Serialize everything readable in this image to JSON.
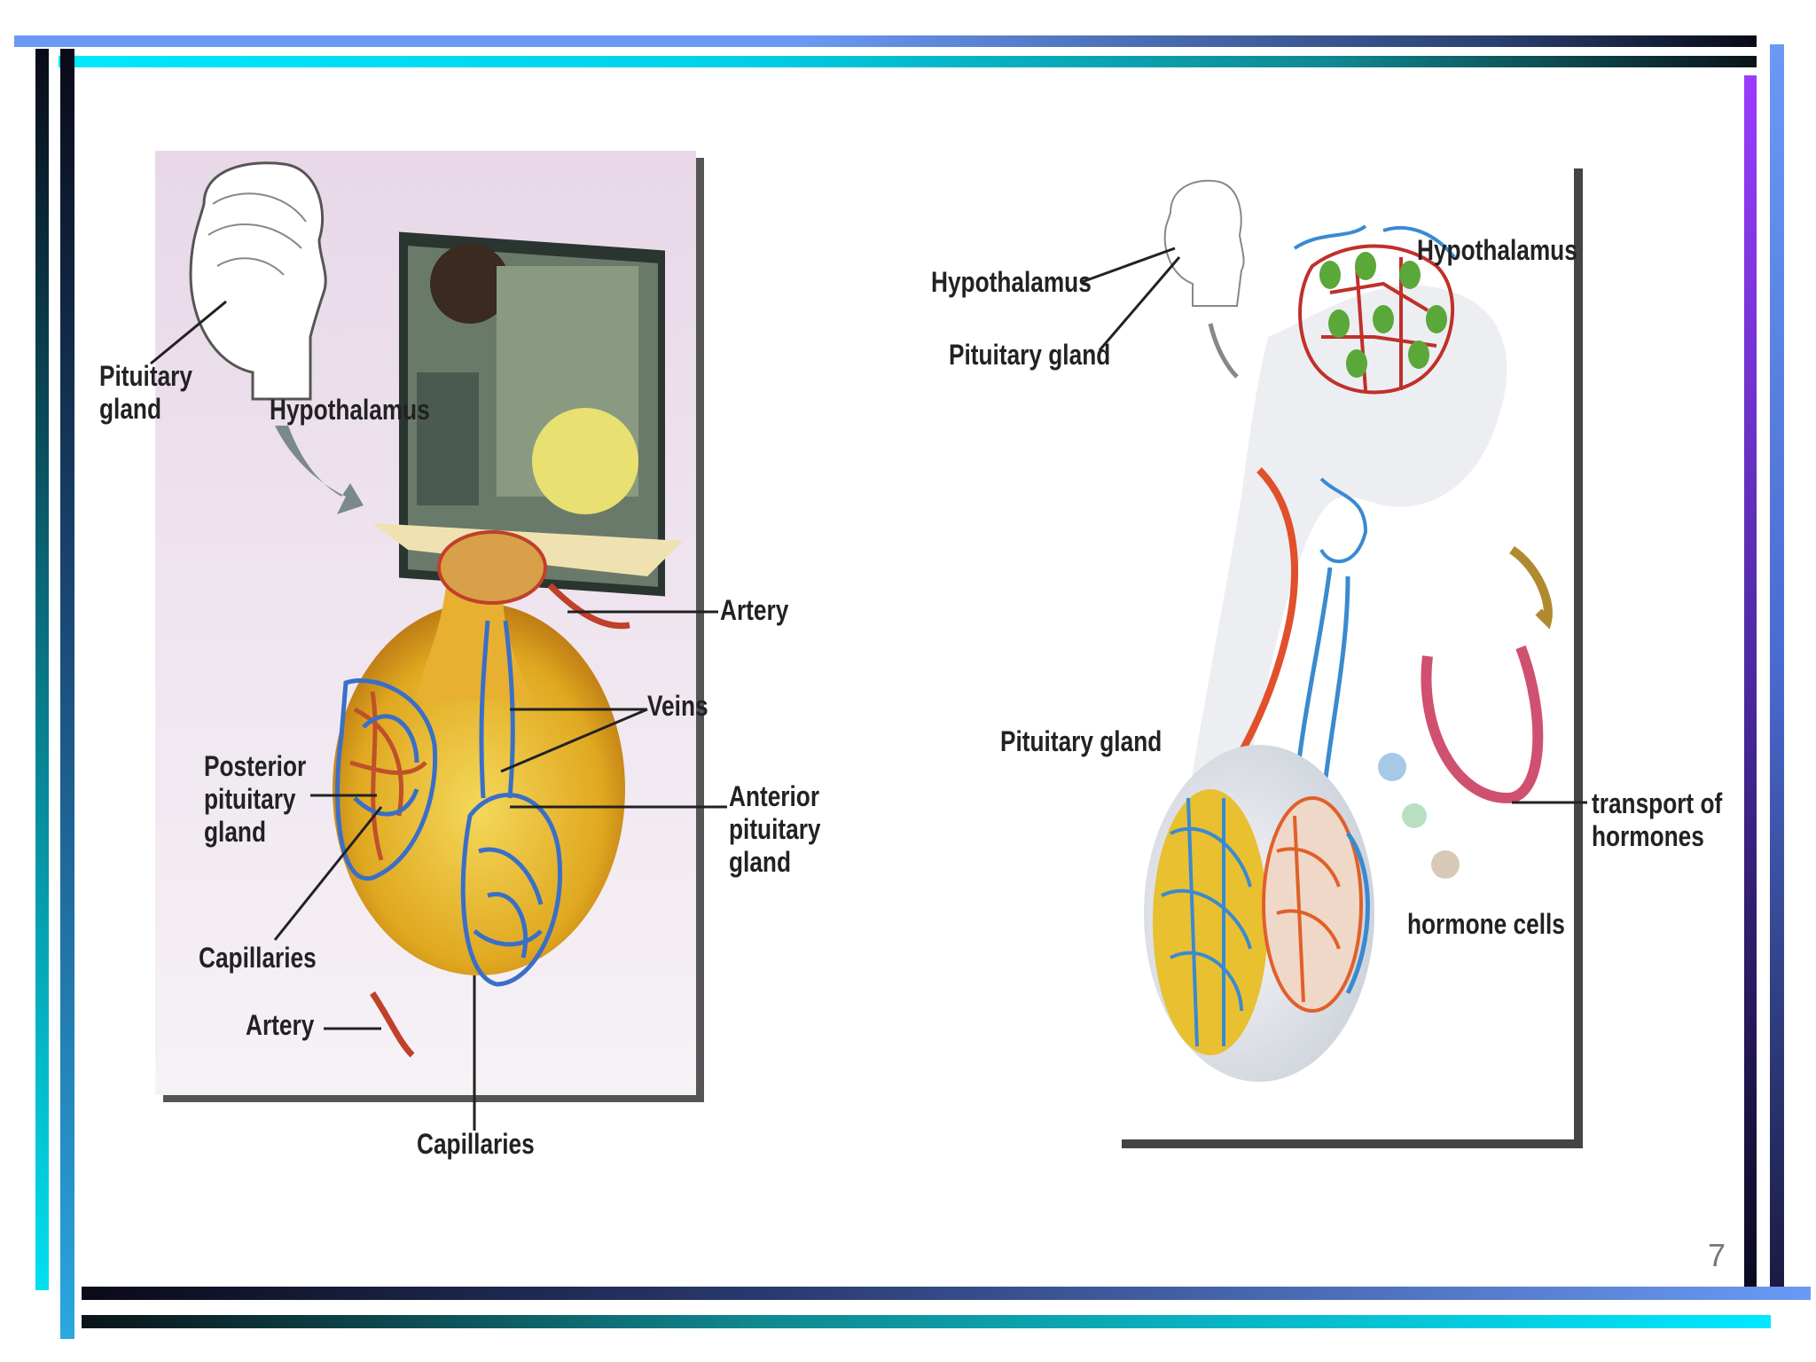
{
  "slide": {
    "page_number": "7"
  },
  "left_diagram": {
    "labels": {
      "pituitary_gland": "Pituitary\ngland",
      "hypothalamus": "Hypothalamus",
      "artery_top": "Artery",
      "veins": "Veins",
      "posterior_pituitary": "Posterior\npituitary\ngland",
      "anterior_pituitary": "Anterior\npituitary\ngland",
      "capillaries_left": "Capillaries",
      "artery_bottom": "Artery",
      "capillaries_bottom": "Capillaries"
    }
  },
  "right_diagram": {
    "labels": {
      "hypothalamus_left": "Hypothalamus",
      "pituitary_gland_top": "Pituitary gland",
      "hypothalamus_right": "Hypothalamus",
      "pituitary_gland_mid": "Pituitary gland",
      "transport_of_hormones": "transport of\nhormones",
      "hormone_cells": "hormone cells"
    }
  },
  "colors": {
    "frame_blue": "#5a8cf0",
    "frame_cyan": "#00e5ff",
    "frame_dark": "#0a1020",
    "frame_purple": "#9a3cff",
    "artery_red": "#d8402a",
    "vein_blue": "#3a6fc8",
    "gland_yellow": "#e8c020"
  }
}
